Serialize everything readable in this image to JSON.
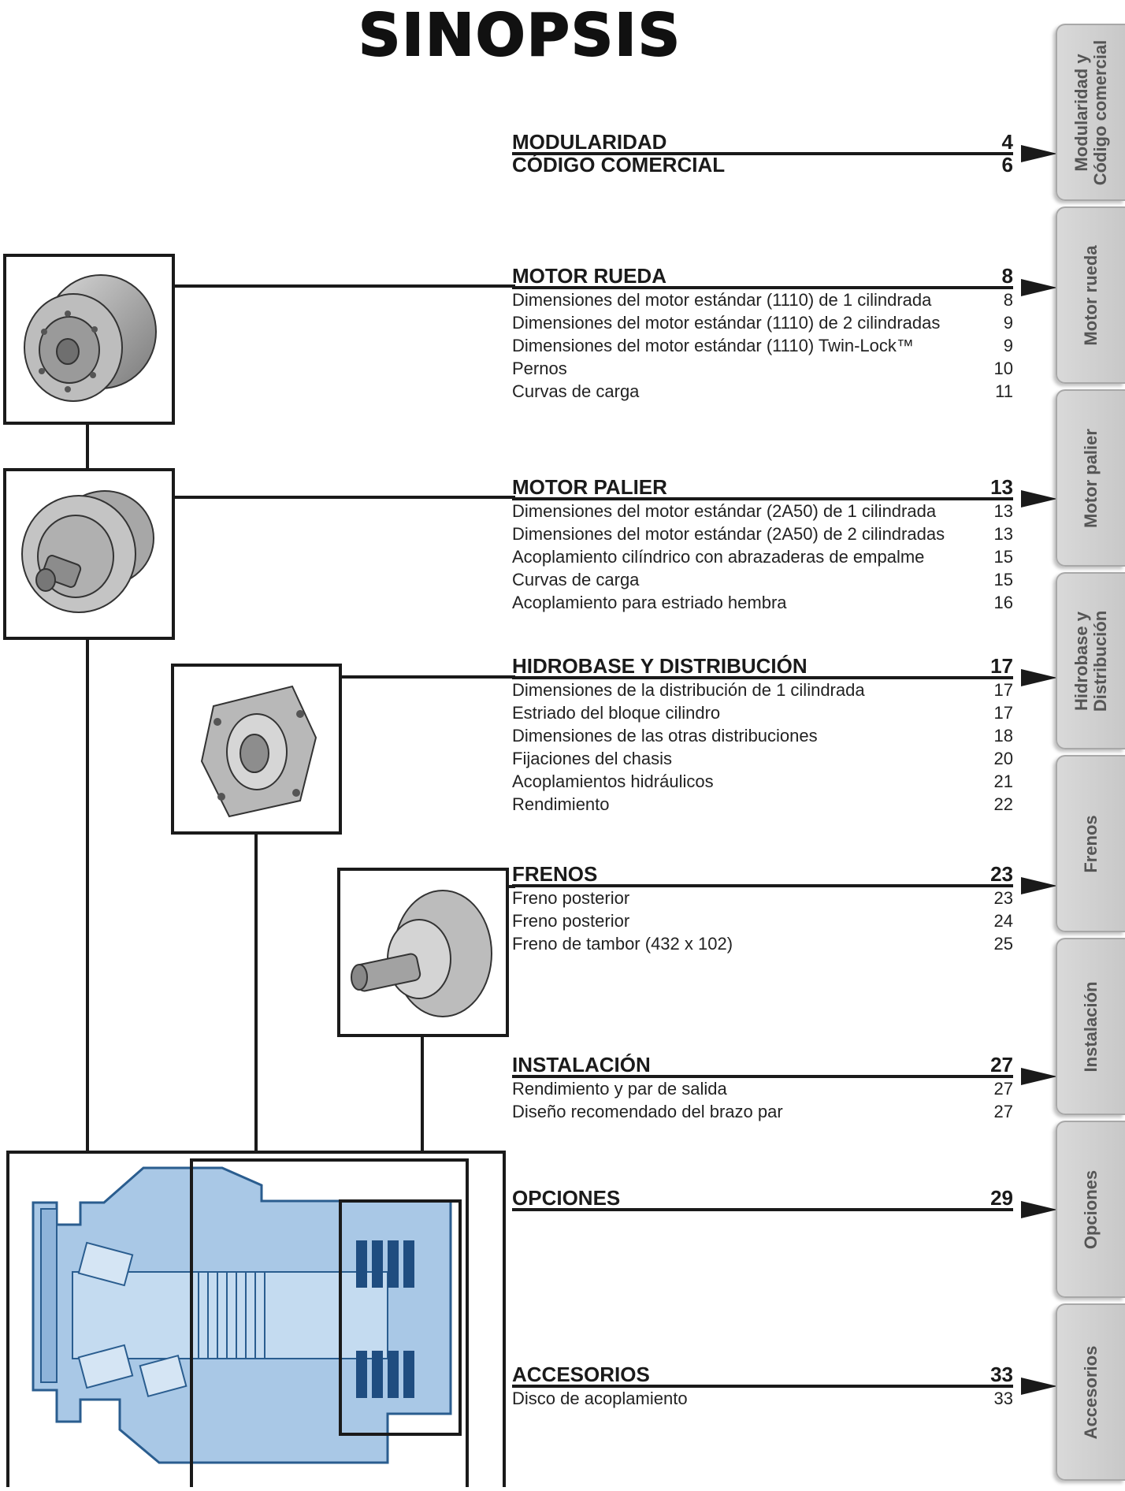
{
  "title": "SINOPSIS",
  "sections": [
    {
      "title": "MODULARIDAD",
      "page": "4",
      "items": []
    },
    {
      "title": "CÓDIGO COMERCIAL",
      "page": "6",
      "items": []
    },
    {
      "title": "MOTOR RUEDA",
      "page": "8",
      "items": [
        {
          "text": "Dimensiones del motor estándar (1110) de 1 cilindrada",
          "page": "8"
        },
        {
          "text": "Dimensiones del motor estándar (1110) de 2 cilindradas",
          "page": "9"
        },
        {
          "text": "Dimensiones del motor estándar (1110) Twin-Lock™",
          "page": "9"
        },
        {
          "text": "Pernos",
          "page": "10"
        },
        {
          "text": "Curvas de carga",
          "page": "11"
        }
      ]
    },
    {
      "title": "MOTOR PALIER",
      "page": "13",
      "items": [
        {
          "text": "Dimensiones del motor estándar (2A50) de 1 cilindrada",
          "page": "13"
        },
        {
          "text": "Dimensiones del motor estándar (2A50) de 2 cilindradas",
          "page": "13"
        },
        {
          "text": "Acoplamiento cilíndrico con abrazaderas de empalme",
          "page": "15"
        },
        {
          "text": "Curvas de carga",
          "page": "15"
        },
        {
          "text": "Acoplamiento para estriado hembra",
          "page": "16"
        }
      ]
    },
    {
      "title": "HIDROBASE Y DISTRIBUCIÓN",
      "page": "17",
      "items": [
        {
          "text": "Dimensiones de la distribución de 1 cilindrada",
          "page": "17"
        },
        {
          "text": "Estriado del bloque cilindro",
          "page": "17"
        },
        {
          "text": "Dimensiones de las otras distribuciones",
          "page": "18"
        },
        {
          "text": "Fijaciones del chasis",
          "page": "20"
        },
        {
          "text": "Acoplamientos hidráulicos",
          "page": "21"
        },
        {
          "text": "Rendimiento",
          "page": "22"
        }
      ]
    },
    {
      "title": "FRENOS",
      "page": "23",
      "items": [
        {
          "text": "Freno posterior",
          "page": "23"
        },
        {
          "text": "Freno posterior",
          "page": "24"
        },
        {
          "text": "Freno de tambor (432 x 102)",
          "page": "25"
        }
      ]
    },
    {
      "title": "INSTALACIÓN",
      "page": "27",
      "items": [
        {
          "text": "Rendimiento y par de salida",
          "page": "27"
        },
        {
          "text": "Diseño recomendado del brazo par",
          "page": "27"
        }
      ]
    },
    {
      "title": "OPCIONES",
      "page": "29",
      "items": []
    },
    {
      "title": "ACCESORIOS",
      "page": "33",
      "items": [
        {
          "text": "Disco de acoplamiento",
          "page": "33"
        }
      ]
    }
  ],
  "tabs": [
    "Modularidad y\nCódigo comercial",
    "Motor rueda",
    "Motor palier",
    "Hidrobase y\nDistribución",
    "Frenos",
    "Instalación",
    "Opciones",
    "Accesorios"
  ],
  "colors": {
    "ink": "#1a1a1a",
    "cutaway_blue": "#a9c8e6",
    "tab_gray": "#d0d0d0"
  }
}
